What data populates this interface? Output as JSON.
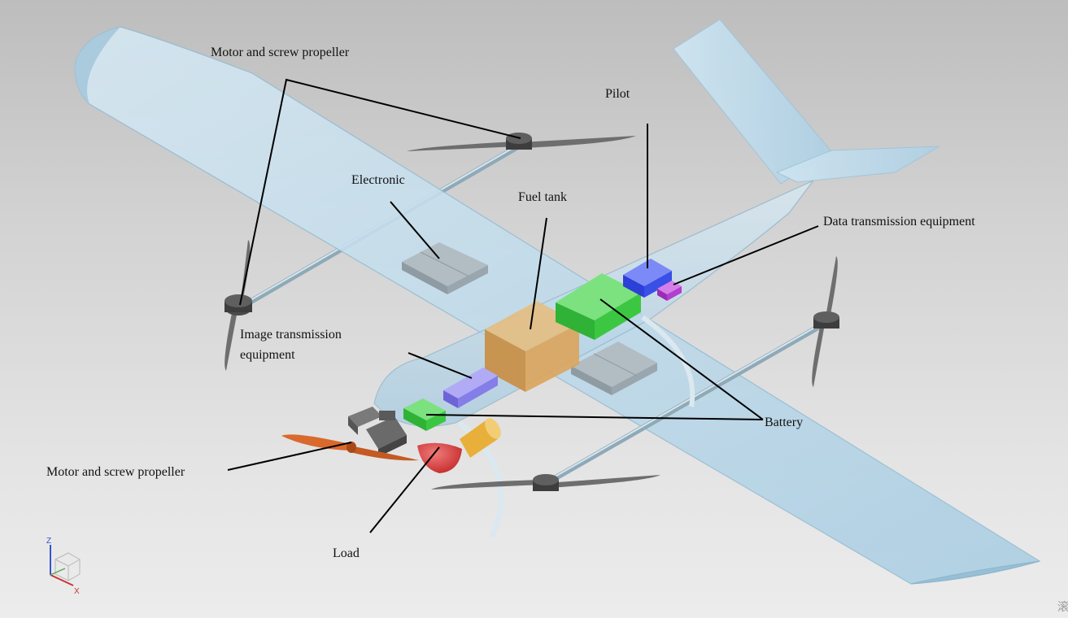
{
  "labels": {
    "motor_top": "Motor and screw propeller",
    "pilot": "Pilot",
    "electronic": "Electronic",
    "fuel_tank": "Fuel tank",
    "data_transmission": "Data transmission equipment",
    "image_transmission_line1": "Image transmission",
    "image_transmission_line2": "equipment",
    "battery": "Battery",
    "motor_bottom": "Motor and screw propeller",
    "load": "Load"
  },
  "axis": {
    "z": "Z",
    "x": "X"
  },
  "watermark": "滚",
  "colors": {
    "wing": "#b9d7e8",
    "fuselage": "#c3dbe9",
    "electronic_box": "#a2adb5",
    "fuel_tank": "#dba763",
    "battery": "#45d04c",
    "pilot": "#3f55f0",
    "data_transmission": "#b43fd0",
    "image_transmission": "#8d84f0",
    "load": "#e04444",
    "cylinder": "#e8b03a",
    "rear_propeller": "#d9692c",
    "rotor": "#6e6e6e"
  }
}
